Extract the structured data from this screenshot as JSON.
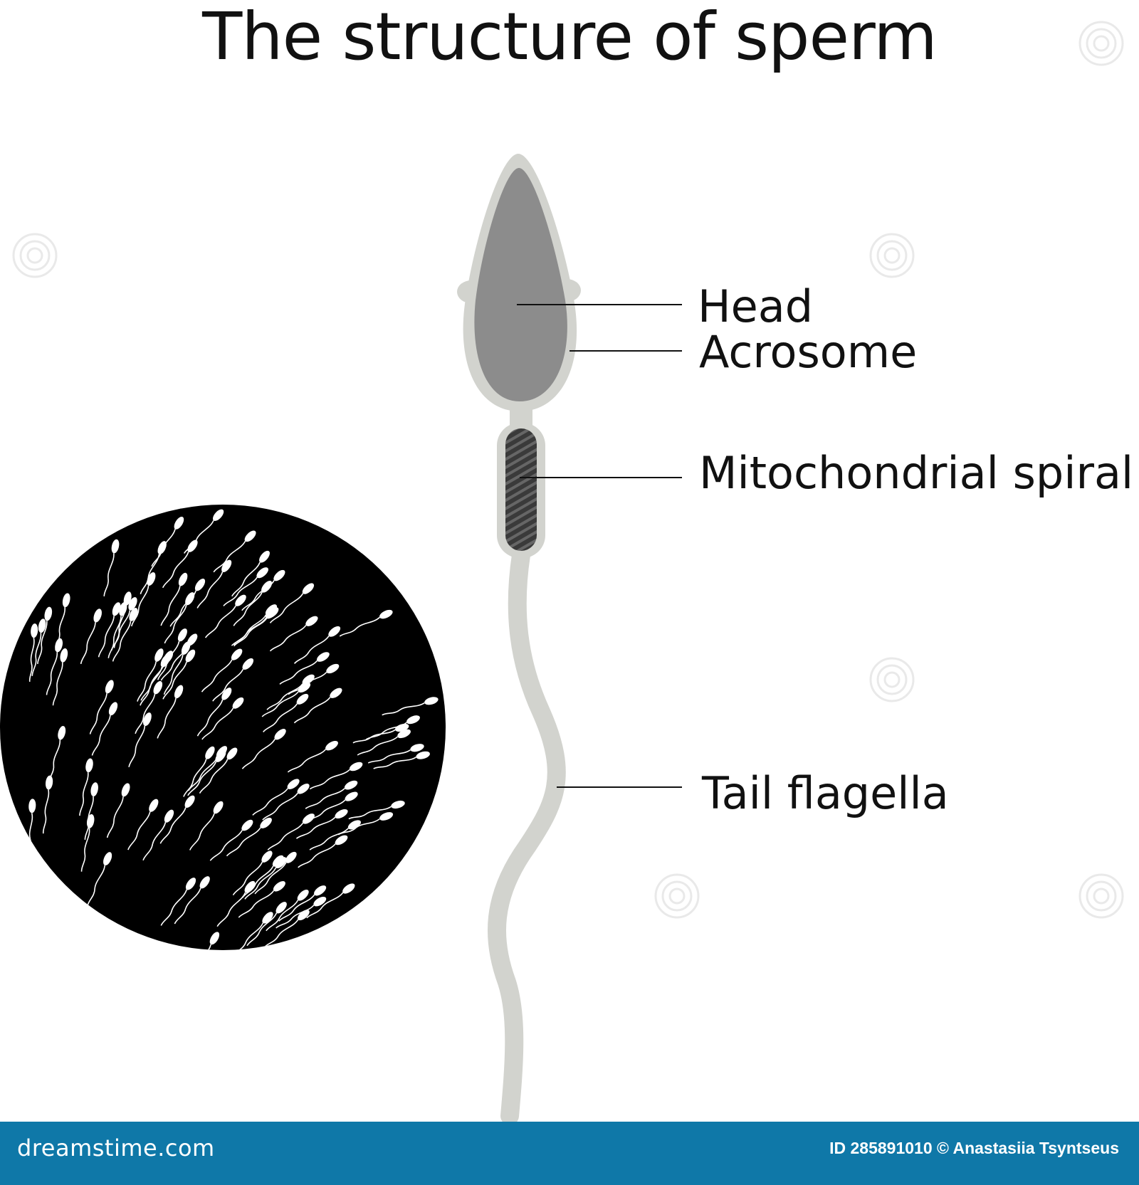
{
  "title": "The structure of sperm",
  "labels": {
    "head": "Head",
    "acrosome": "Acrosome",
    "mitochondrial_spiral": "Mitochondrial spiral",
    "tail_flagella": "Tail flagella"
  },
  "footer": {
    "brand": "dreamstime.com",
    "credit": "ID 285891010 © Anastasiia Tsyntseus"
  },
  "colors": {
    "head_fill": "#8c8c8c",
    "outline": "#d2d3ce",
    "midpiece": "#3d3d3d",
    "circle_bg": "#000000",
    "footer_bg": "#0f78a8"
  },
  "icons": [
    "dreamstime-logo-icon",
    "dreamstime-spiral-watermark-icon"
  ]
}
